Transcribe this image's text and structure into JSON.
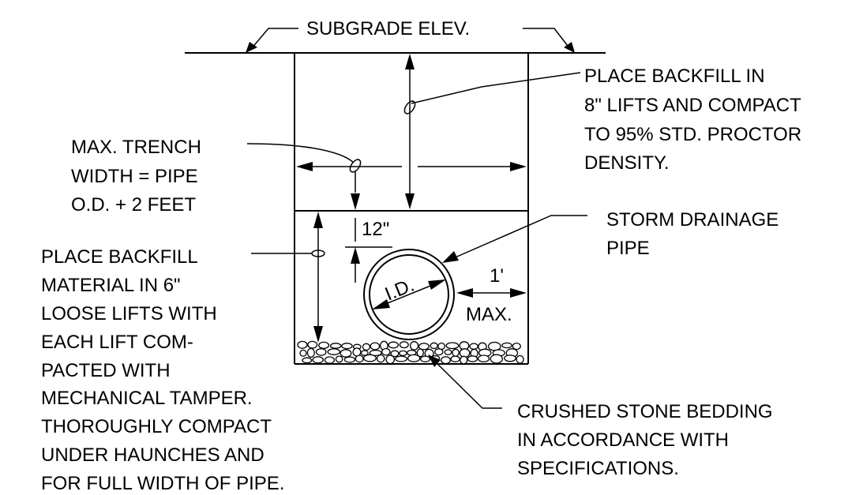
{
  "labels": {
    "subgrade": "SUBGRADE ELEV.",
    "place_backfill_lifts": [
      "PLACE BACKFILL IN",
      "8\" LIFTS AND COMPACT",
      "TO 95% STD. PROCTOR",
      "DENSITY."
    ],
    "trench_width": [
      "MAX. TRENCH",
      "WIDTH = PIPE",
      "O.D. + 2 FEET"
    ],
    "storm_pipe": [
      "STORM DRAINAGE",
      "PIPE"
    ],
    "place_backfill_material": [
      "PLACE BACKFILL",
      "MATERIAL IN 6\"",
      "LOOSE LIFTS WITH",
      "EACH LIFT COM-",
      "PACTED WITH",
      "MECHANICAL TAMPER.",
      "THOROUGHLY COMPACT",
      "UNDER HAUNCHES AND",
      "FOR FULL WIDTH OF PIPE."
    ],
    "crushed_stone": [
      "CRUSHED STONE BEDDING",
      "IN ACCORDANCE WITH",
      "SPECIFICATIONS."
    ],
    "dim_12": "12\"",
    "dim_1ft": "1'",
    "dim_max": "MAX.",
    "pipe_id": "I.D."
  }
}
